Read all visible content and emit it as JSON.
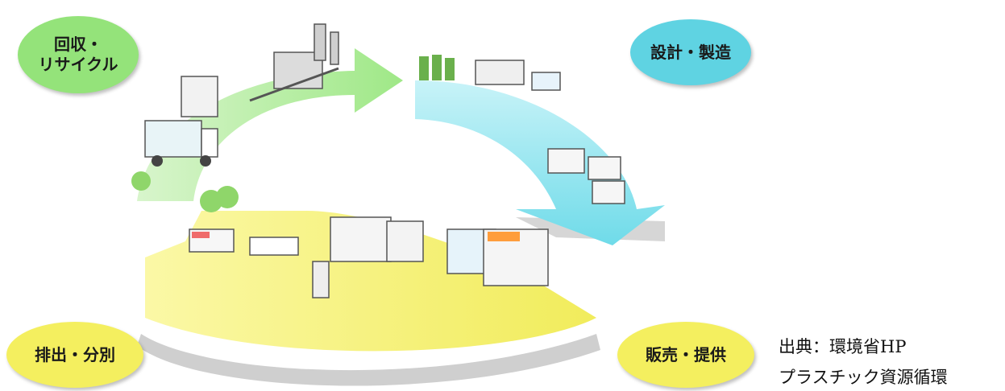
{
  "stages": {
    "recycle": {
      "label": "回収・\nリサイクル",
      "color": "#94e37a"
    },
    "design": {
      "label": "設計・製造",
      "color": "#5fd3e2"
    },
    "discard": {
      "label": "排出・分別",
      "color": "#f4ef5f"
    },
    "sales": {
      "label": "販売・提供",
      "color": "#f4ef5f"
    }
  },
  "source": {
    "line1": "出典：環境省HP",
    "line2": "プラスチック資源循環"
  },
  "colors": {
    "arrow_green": "#a8ec93",
    "arrow_cyan": "#7fe3ef",
    "arrow_yellow": "#f7f37a",
    "shadow": "#c9c9c9"
  }
}
